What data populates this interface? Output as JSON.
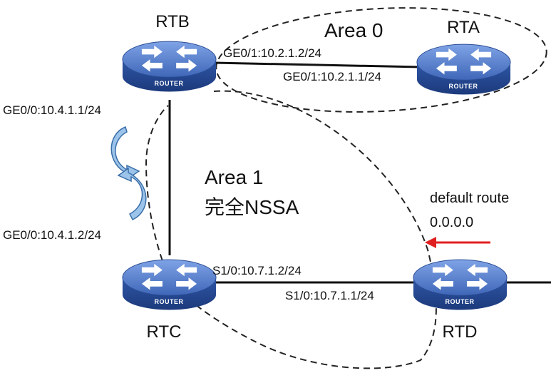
{
  "routers": {
    "rtb": {
      "name": "RTB",
      "tag": "ROUTER"
    },
    "rta": {
      "name": "RTA",
      "tag": "ROUTER"
    },
    "rtc": {
      "name": "RTC",
      "tag": "ROUTER"
    },
    "rtd": {
      "name": "RTD",
      "tag": "ROUTER"
    }
  },
  "areas": {
    "area0": {
      "title": "Area 0"
    },
    "area1": {
      "title": "Area 1",
      "subtitle": "完全NSSA"
    }
  },
  "interfaces": {
    "rtb_ge01": "GE0/1:10.2.1.2/24",
    "rta_ge01": "GE0/1:10.2.1.1/24",
    "rtb_ge00": "GE0/0:10.4.1.1/24",
    "rtc_ge00": "GE0/0:10.4.1.2/24",
    "rtc_s10": "S1/0:10.7.1.2/24",
    "rtd_s10": "S1/0:10.7.1.1/24"
  },
  "default_route": {
    "label": "default route",
    "prefix": "0.0.0.0"
  },
  "colors": {
    "router_body": "#3b62b0",
    "router_top": "#5d86d6",
    "arrow": "#e02020",
    "exchange_arrows": "#9cc4ea",
    "line": "#111111"
  },
  "icons": {
    "router": "router-icon",
    "default_route_arrow": "left-arrow-icon",
    "adjacency": "circular-arrows-icon"
  }
}
